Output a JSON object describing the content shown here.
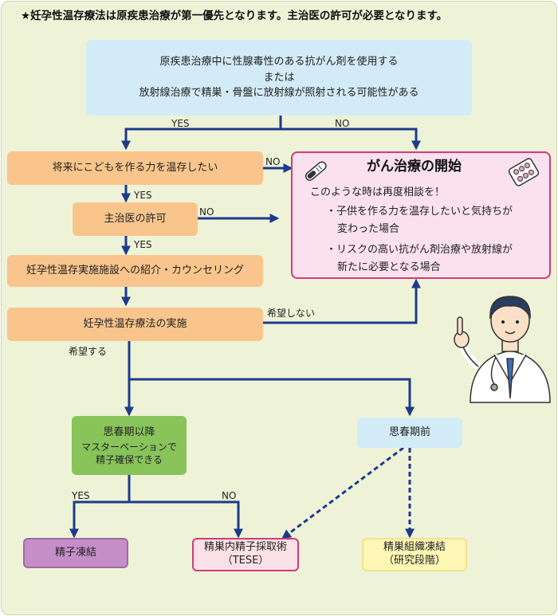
{
  "header": {
    "title": "★妊孕性温存療法は原疾患治療が第一優先となります。主治医の許可が必要となります。"
  },
  "top_box": {
    "line1": "原疾患治療中に性腺毒性のある抗がん剤を使用する",
    "line2": "または",
    "line3": "放射線治療で精巣・骨盤に放射線が照射される可能性がある"
  },
  "nodes": {
    "preserve_wish": "将来にこどもを作る力を温存したい",
    "physician_permission": "主治医の許可",
    "referral": "妊孕性温存実施施設への紹介・カウンセリング",
    "implementation": "妊孕性温存療法の実施",
    "post_puberty": {
      "line1": "思春期以降",
      "line2": "マスターベーションで",
      "line3": "精子確保できる"
    },
    "pre_puberty": "思春期前",
    "sperm_freezing": "精子凍結",
    "tese": {
      "line1": "精巣内精子採取術",
      "line2": "（TESE）"
    },
    "tissue_freezing": {
      "line1": "精巣組織凍結",
      "line2": "（研究段階）"
    }
  },
  "edge_labels": {
    "yes_top": "YES",
    "no_top": "NO",
    "no_wish": "NO",
    "yes_wish": "YES",
    "no_permission": "NO",
    "yes_permission": "YES",
    "not_wish": "希望しない",
    "wish": "希望する",
    "yes_sperm": "YES",
    "no_sperm": "NO"
  },
  "treatment_start": {
    "heading": "がん治療の開始",
    "intro": "このような時は再度相談を！",
    "bullet1_line1": "・子供を作る力を温存したいと気持ちが",
    "bullet1_line2": "変わった場合",
    "bullet2_line1": "・リスクの高い抗がん剤治療や放射線が",
    "bullet2_line2": "新たに必要となる場合"
  },
  "colors": {
    "arrow": "#1e3a8a",
    "orange_box": "#f9c58c",
    "blue_box": "#d3ebf7",
    "green_box": "#88c45a",
    "purple_box": "#c68ec8",
    "pink_border": "#d23a7c",
    "yellow_box": "#fdf6b4",
    "background": "#eef3d8"
  },
  "icons": [
    "thermometer-icon",
    "pill-pack-icon",
    "doctor-illustration"
  ]
}
